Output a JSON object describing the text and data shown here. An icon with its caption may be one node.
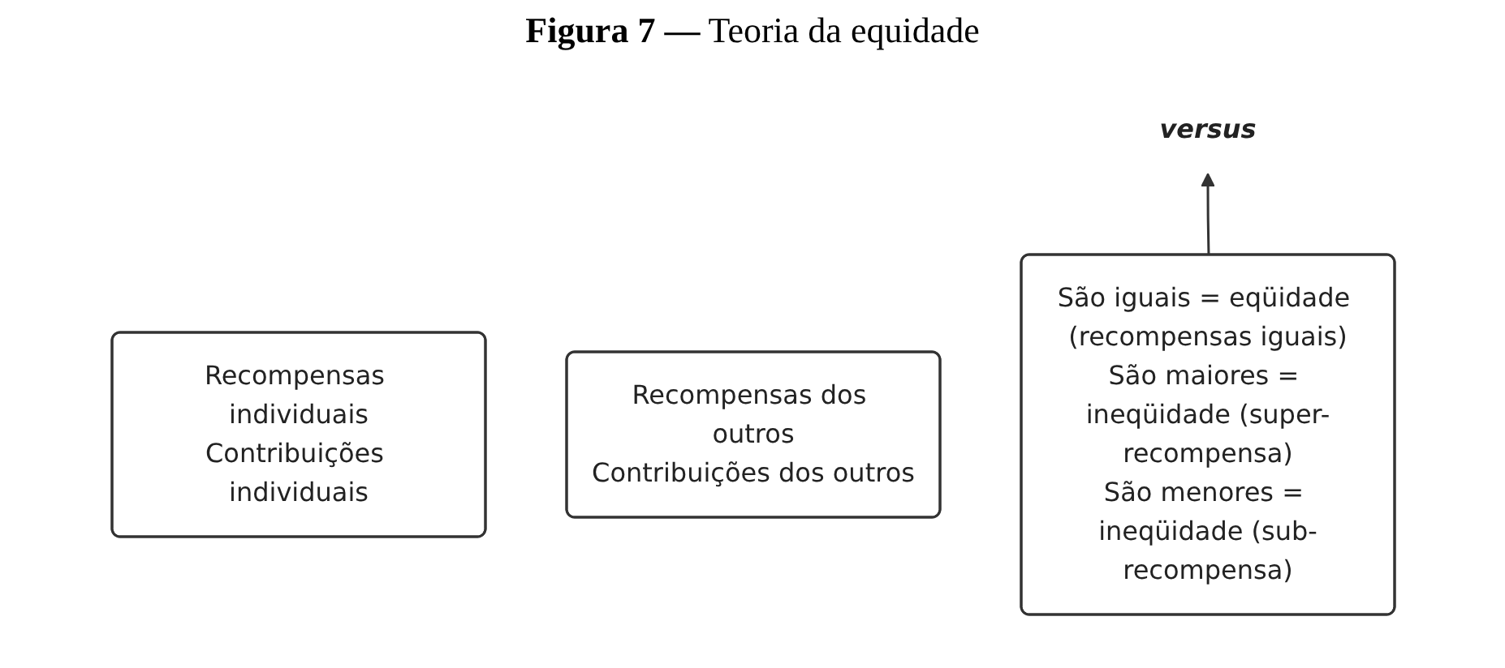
{
  "diagram": {
    "title": "**Figura 7 —** Teoria da equidade",
    "nodes": [
      {
        "text": [
          "Recompensas individuais",
          "Contribuições individuais"
        ]
      },
      {
        "text": [
          "versus"
        ]
      },
      {
        "text": [
          "Recompensas dos outros",
          "Contribuições dos outros"
        ]
      },
      {
        "text": [
          "São iguais = eqüidade (recompensas iguais)",
          "São maiores = ineqüidade (super-recompensa)",
          "São menores = ineqüidade (sub-recompensa)"
        ]
      }
    ],
    "edges": [
      {
        "from": 3,
        "to": 1,
        "arrow": "to"
      }
    ]
  }
}
